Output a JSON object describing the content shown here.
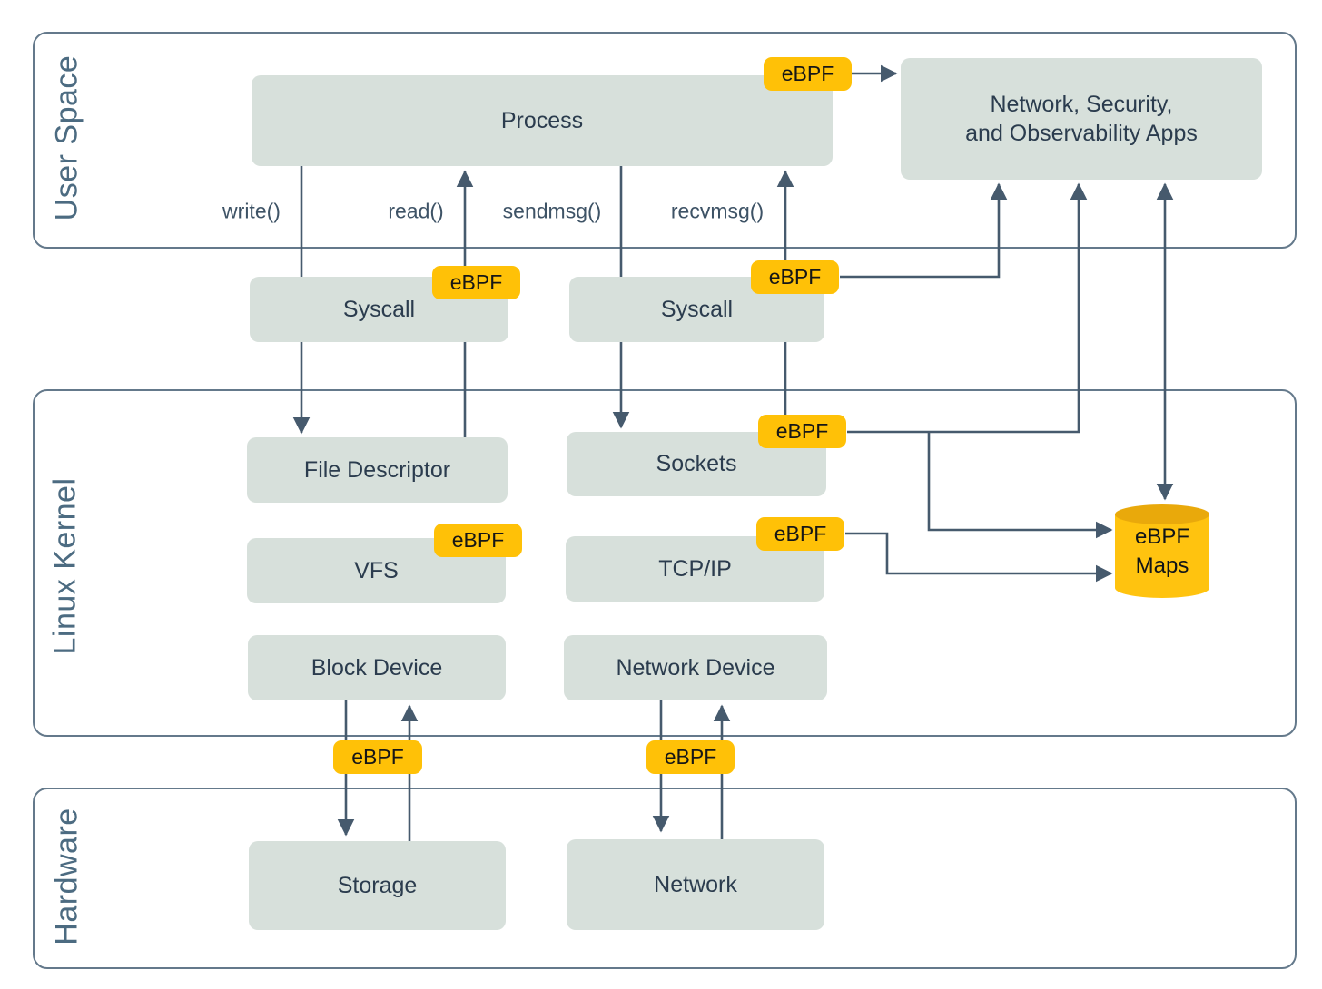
{
  "sections": {
    "user_space": "User Space",
    "linux_kernel": "Linux Kernel",
    "hardware": "Hardware"
  },
  "boxes": {
    "process": "Process",
    "apps_line1": "Network, Security,",
    "apps_line2": "and Observability Apps",
    "syscall_left": "Syscall",
    "syscall_right": "Syscall",
    "file_descriptor": "File Descriptor",
    "sockets": "Sockets",
    "vfs": "VFS",
    "tcpip": "TCP/IP",
    "block_device": "Block Device",
    "network_device": "Network Device",
    "storage": "Storage",
    "network": "Network"
  },
  "badge_label": "eBPF",
  "maps": {
    "line1": "eBPF",
    "line2": "Maps"
  },
  "call_labels": {
    "write": "write()",
    "read": "read()",
    "sendmsg": "sendmsg()",
    "recvmsg": "recvmsg()"
  },
  "colors": {
    "badge": "#FFC107",
    "box_fill": "#D7E0DB",
    "box_text": "#2B3C4E",
    "line": "#465A6D",
    "section_label": "#4C6B81",
    "container_border": "#64798B",
    "cylinder_body": "#FFC30F",
    "cylinder_top": "#E9A90B"
  }
}
